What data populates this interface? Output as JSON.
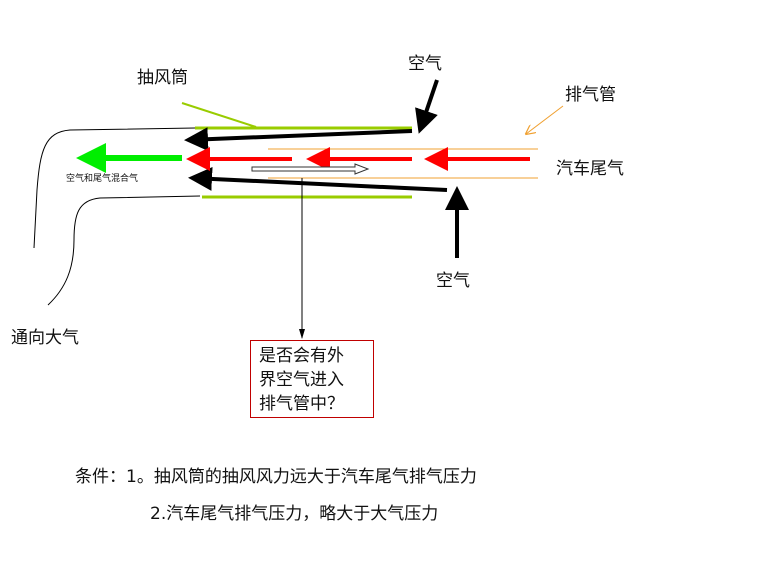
{
  "labels": {
    "exhaust_hood": "抽风筒",
    "air_top": "空气",
    "exhaust_pipe": "排气管",
    "car_exhaust": "汽车尾气",
    "mixed_gas": "空气和尾气混合气",
    "air_bottom": "空气",
    "to_atmosphere": "通向大气"
  },
  "question": {
    "lines": [
      "是否会有外",
      "界空气进入",
      "排气管中？"
    ]
  },
  "conditions": {
    "line1": "条件：1。抽风筒的抽风风力远大于汽车尾气排气压力",
    "line2": "2.汽车尾气排气压力，略大于大气压力"
  },
  "colors": {
    "hood_green": "#99cc00",
    "flow_red": "#ff0000",
    "mix_green": "#00ee00",
    "pipe_orange": "#f0a030",
    "box_border": "#c00000"
  }
}
